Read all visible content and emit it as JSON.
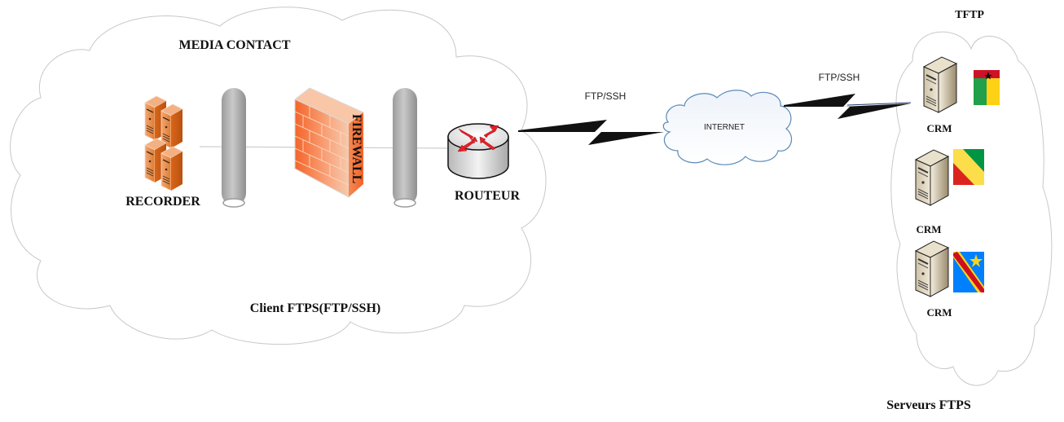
{
  "diagram": {
    "left_zone": {
      "title": "MEDIA CONTACT",
      "caption": "Client FTPS(FTP/SSH)",
      "nodes": {
        "recorder": "RECORDER",
        "firewall": "FIREWALL",
        "router": "ROUTEUR"
      }
    },
    "internet": {
      "label": "INTERNET"
    },
    "links": {
      "left": "FTP/SSH",
      "right": "FTP/SSH"
    },
    "right_zone": {
      "title": "TFTP",
      "caption": "Serveurs FTPS",
      "servers": [
        {
          "label": "CRM",
          "flag": "guinea-bissau"
        },
        {
          "label": "CRM",
          "flag": "republic-of-congo"
        },
        {
          "label": "CRM",
          "flag": "dr-congo"
        }
      ]
    },
    "colors": {
      "cloud_stroke": "#c8c8c8",
      "internet_stroke": "#5b8ab8",
      "recorder_orange": "#e07a2c",
      "firewall_orange": "#f26b2c",
      "router_red": "#e5202a",
      "link_dark": "#111111"
    }
  }
}
